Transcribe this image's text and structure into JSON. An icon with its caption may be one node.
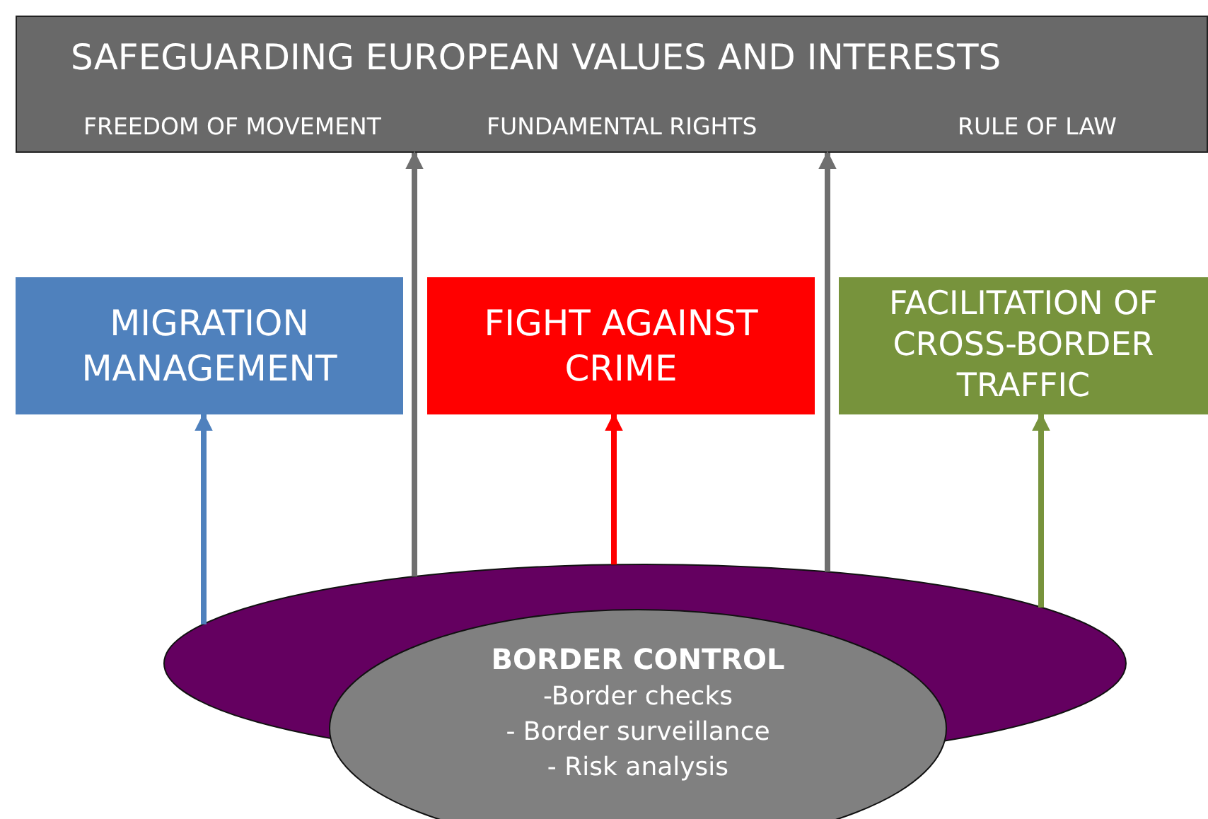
{
  "diagram": {
    "nodes": [
      {
        "text": [
          "SAFEGUARDING EUROPEAN VALUES AND INTERESTS",
          "FREEDOM OF MOVEMENT",
          "FUNDAMENTAL RIGHTS",
          "RULE OF LAW"
        ]
      },
      {
        "text": [
          "MIGRATION MANAGEMENT"
        ]
      },
      {
        "text": [
          "FIGHT AGAINST CRIME"
        ]
      },
      {
        "text": [
          "FACILITATION OF CROSS-BORDER TRAFFIC"
        ]
      },
      {
        "text": [],
        "shape": "ellipse"
      },
      {
        "text": [
          "BORDER CONTROL",
          "-Border checks",
          "- Border surveillance",
          "- Risk analysis"
        ]
      }
    ],
    "edges": [
      {
        "from": 4,
        "to": 1,
        "arrow": "to",
        "color": "#4f81bd"
      },
      {
        "from": 4,
        "to": 0,
        "arrow": "to",
        "color": "#6f6f6f"
      },
      {
        "from": 4,
        "to": 2,
        "arrow": "to",
        "color": "#ff0000"
      },
      {
        "from": 4,
        "to": 0,
        "arrow": "to",
        "color": "#6f6f6f"
      },
      {
        "from": 4,
        "to": 3,
        "arrow": "to",
        "color": "#77933c"
      }
    ]
  }
}
